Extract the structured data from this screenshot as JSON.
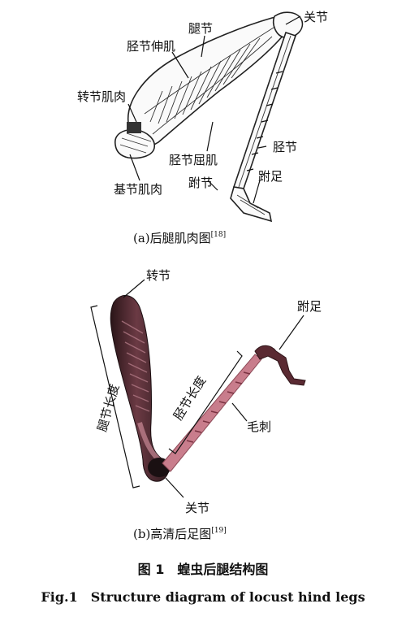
{
  "diagram_a": {
    "labels": {
      "joint": "关节",
      "femur": "腿节",
      "tibia_extensor": "胫节伸肌",
      "trochanter_muscle": "转节肌肉",
      "tibia": "胫节",
      "tibia_flexor": "胫节屈肌",
      "tarsus_joint": "跗节",
      "tarsus_foot": "跗足",
      "coxa_muscle": "基节肌肉"
    },
    "caption": "(a)后腿肌肉图",
    "caption_ref": "[18]"
  },
  "diagram_b": {
    "labels": {
      "trochanter": "转节",
      "tarsus_foot": "跗足",
      "femur_length": "腿节长度",
      "tibia_length": "胫节长度",
      "bristles": "毛刺",
      "joint": "关节"
    },
    "caption": "(b)高清后足图",
    "caption_ref": "[19]"
  },
  "figure": {
    "title_cn": "图 1　蝗虫后腿结构图",
    "title_en": "Fig.1　Structure diagram of locust hind legs"
  }
}
